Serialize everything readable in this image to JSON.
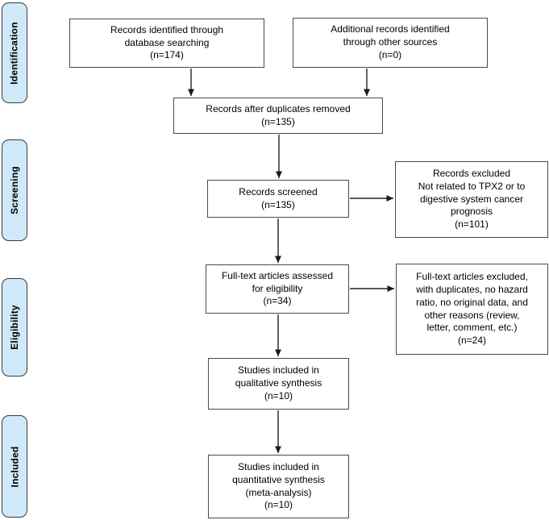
{
  "diagram": {
    "type": "prisma-flow-diagram",
    "stages": [
      {
        "label": "Identification"
      },
      {
        "label": "Screening"
      },
      {
        "label": "Eligibility"
      },
      {
        "label": "Included"
      }
    ],
    "boxes": {
      "identified": "Records identified through\ndatabase searching\n(n=174)",
      "additional": "Additional records identified\nthrough other sources\n(n=0)",
      "dedup": "Records after duplicates removed\n(n=135)",
      "screened": "Records screened\n(n=135)",
      "records_excluded": "Records excluded\nNot related to TPX2 or to\ndigestive system cancer\nprognosis\n(n=101)",
      "fulltext_assessed": "Full-text articles assessed\nfor eligibility\n(n=34)",
      "fulltext_excluded": "Full-text articles excluded,\nwith duplicates, no hazard\nratio, no original data, and\nother reasons (review,\nletter, comment, etc.)\n(n=24)",
      "qualitative": "Studies included in\nqualitative synthesis\n(n=10)",
      "quantitative": "Studies included in\nquantitative synthesis\n(meta-analysis)\n(n=10)"
    },
    "counts": {
      "identified": 174,
      "additional": 0,
      "after_duplicates": 135,
      "screened": 135,
      "records_excluded": 101,
      "fulltext_assessed": 34,
      "fulltext_excluded": 24,
      "qualitative": 10,
      "quantitative": 10
    },
    "colors": {
      "stage_fill": "#cfe9f9",
      "stage_border": "#3a3a3a",
      "box_fill": "#ffffff",
      "box_border": "#4a4a4a",
      "arrow": "#222222",
      "text": "#000000"
    }
  }
}
